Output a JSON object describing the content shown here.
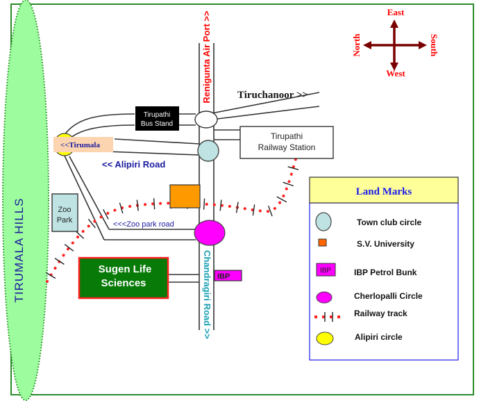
{
  "compass": {
    "east": "East",
    "west": "West",
    "north": "North",
    "south": "South"
  },
  "hills": {
    "label": "TIRUMALA HILLS"
  },
  "roads": {
    "renigunta": "Renigunta Air Port >>",
    "tiruchanoor": "Tiruchanoor >>",
    "alipiri": "<< Alipiri Road",
    "zoo_park": "<<<Zoo park road",
    "chandragiri": "Chandragiri Road >>",
    "tirumala": "<<Tirumala"
  },
  "places": {
    "bus_stand_line1": "Tirupathi",
    "bus_stand_line2": "Bus Stand",
    "railway_station_line1": "Tirupathi",
    "railway_station_line2": "Railway Station",
    "zoo_park_line1": "Zoo",
    "zoo_park_line2": "Park",
    "sugen_line1": "Sugen Life",
    "sugen_line2": "Sciences",
    "ibp": "IBP"
  },
  "legend": {
    "title": "Land Marks",
    "items": [
      {
        "symbol": "town-club-circle",
        "label": "Town club circle",
        "color": "#bfe3e3"
      },
      {
        "symbol": "sv-university",
        "label": "S.V. University",
        "color": "#ff6600"
      },
      {
        "symbol": "ibp-petrol-bunk",
        "label": "IBP Petrol Bunk",
        "color": "#ff00ff",
        "badge": "IBP"
      },
      {
        "symbol": "cherlopalli-circle",
        "label": "Cherlopalli Circle",
        "color": "#ff00ff"
      },
      {
        "symbol": "railway-track",
        "label": "Railway track",
        "color": "#ff0000"
      },
      {
        "symbol": "alipiri-circle",
        "label": "Alipiri circle",
        "color": "#ffff00"
      }
    ]
  },
  "colors": {
    "frame": "#2a8a2a",
    "hills_fill": "#9dfc9d",
    "hills_dots": "#1a8a1a",
    "compass_arrow": "#7a0000",
    "compass_text": "#ff0000",
    "road_label_red": "#ff0000",
    "road_label_blue": "#1a1aa0",
    "road_label_teal": "#1aa0b4",
    "sugen_fill": "#087a08",
    "sugen_border": "#ff2020",
    "legend_title_bg": "#ffff99",
    "legend_title_text": "#1a1aee",
    "legend_border": "#1a1aee"
  }
}
